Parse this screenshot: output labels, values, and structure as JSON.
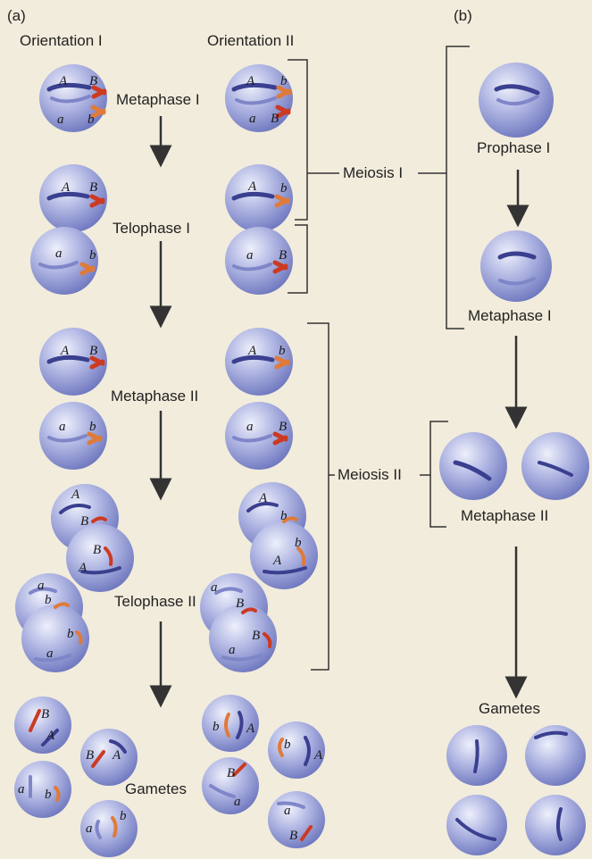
{
  "panel_a": {
    "label": "(a)",
    "orientation_1": "Orientation I",
    "orientation_2": "Orientation II",
    "stages": {
      "metaphase_1": "Metaphase I",
      "telophase_1": "Telophase I",
      "metaphase_2": "Metaphase II",
      "telophase_2": "Telophase II",
      "gametes": "Gametes"
    },
    "meiosis_1": "Meiosis I",
    "meiosis_2": "Meiosis II",
    "alleles": {
      "A": "A",
      "a": "a",
      "B": "B",
      "b": "b"
    }
  },
  "panel_b": {
    "label": "(b)",
    "stages": {
      "prophase_1": "Prophase I",
      "metaphase_1": "Metaphase I",
      "metaphase_2": "Metaphase II",
      "gametes": "Gametes"
    }
  },
  "colors": {
    "background": "#f2ecdc",
    "cell": "#9aa2d8",
    "chromosome_dark": "#3a3f8f",
    "chromosome_light": "#7f86c8",
    "chromosome_red": "#cc3a22",
    "chromosome_orange": "#e07a3a"
  }
}
